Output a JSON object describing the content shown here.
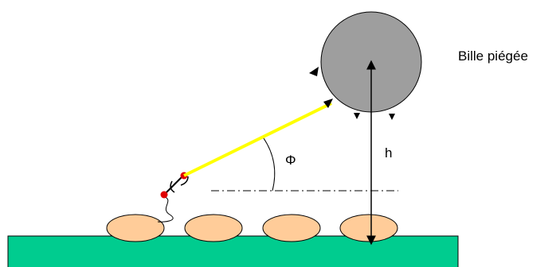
{
  "diagram": {
    "bead_label": "Bille piégée",
    "height_label": "h",
    "angle_label": "Φ"
  },
  "colors": {
    "substrate": "#00cc8f",
    "substrate_outline": "#000000",
    "particle_fill": "#ffcc99",
    "bead_fill": "#9e9e9e",
    "tether": "#ffff00",
    "marker": "#e00000",
    "line": "#000000"
  },
  "icons": {
    "substrate": "substrate-rectangle",
    "particles": "ellipse",
    "bead": "circle",
    "marker": "dot"
  }
}
